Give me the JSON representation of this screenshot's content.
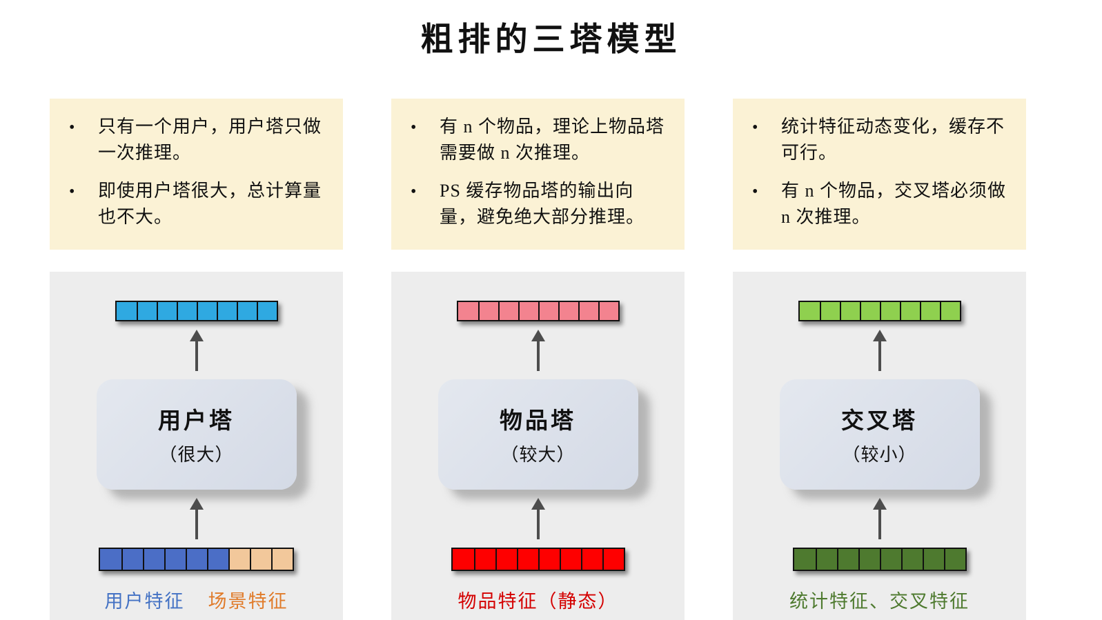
{
  "title": "粗排的三塔模型",
  "columns": [
    {
      "notes": [
        "只有一个用户，用户塔只做一次推理。",
        "即使用户塔很大，总计算量也不大。"
      ],
      "tower": {
        "name": "用户塔",
        "size": "（很大）"
      },
      "output_vector": {
        "segments": [
          {
            "color": "#2FA9E1",
            "cells": 8
          }
        ]
      },
      "input_vector": {
        "segments": [
          {
            "color": "#4B6EC6",
            "cells": 6
          },
          {
            "color": "#F2C89B",
            "cells": 3
          }
        ]
      },
      "input_labels": [
        {
          "text": "用户特征",
          "color": "#4472C4"
        },
        {
          "text": "场景特征",
          "color": "#E07B2A"
        }
      ]
    },
    {
      "notes": [
        "有 n 个物品，理论上物品塔需要做 n 次推理。",
        "PS 缓存物品塔的输出向量，避免绝大部分推理。"
      ],
      "tower": {
        "name": "物品塔",
        "size": "（较大）"
      },
      "output_vector": {
        "segments": [
          {
            "color": "#F3838F",
            "cells": 8
          }
        ]
      },
      "input_vector": {
        "segments": [
          {
            "color": "#FE0000",
            "cells": 8
          }
        ]
      },
      "input_labels": [
        {
          "text": "物品特征（静态）",
          "color": "#D40000"
        }
      ]
    },
    {
      "notes": [
        "统计特征动态变化，缓存不可行。",
        "有 n 个物品，交叉塔必须做 n 次推理。"
      ],
      "tower": {
        "name": "交叉塔",
        "size": "（较小）"
      },
      "output_vector": {
        "segments": [
          {
            "color": "#8FD04F",
            "cells": 8
          }
        ]
      },
      "input_vector": {
        "segments": [
          {
            "color": "#4E7A2F",
            "cells": 8
          }
        ]
      },
      "input_labels": [
        {
          "text": "统计特征、交叉特征",
          "color": "#4E7A2F"
        }
      ]
    }
  ]
}
